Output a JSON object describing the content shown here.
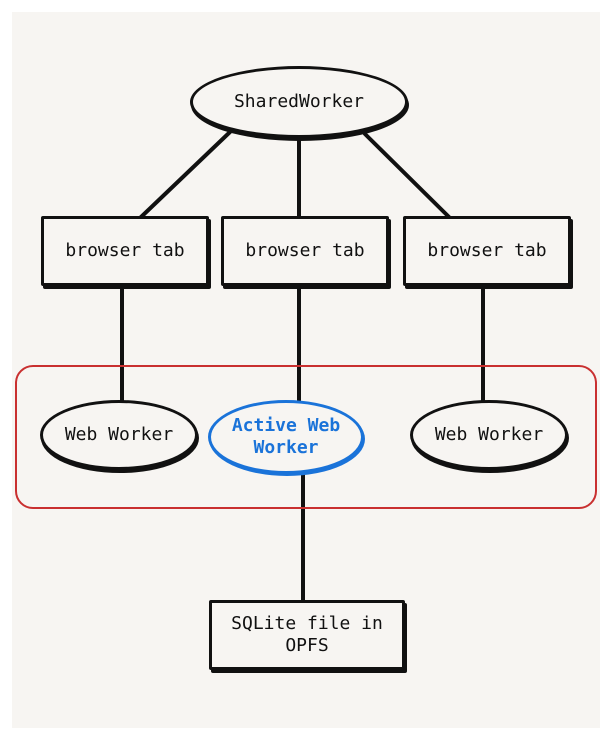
{
  "diagram": {
    "shared_worker": {
      "label": "SharedWorker"
    },
    "tabs": [
      {
        "label": "browser tab"
      },
      {
        "label": "browser tab"
      },
      {
        "label": "browser tab"
      }
    ],
    "workers": [
      {
        "label": "Web Worker",
        "active": false
      },
      {
        "label": "Active Web Worker",
        "active": true
      },
      {
        "label": "Web Worker",
        "active": false
      }
    ],
    "storage": {
      "label": "SQLite file in OPFS"
    },
    "colors": {
      "stroke": "#111111",
      "background": "#f7f5f2",
      "active_worker": "#1a73d9",
      "group_frame": "#c93030"
    }
  }
}
